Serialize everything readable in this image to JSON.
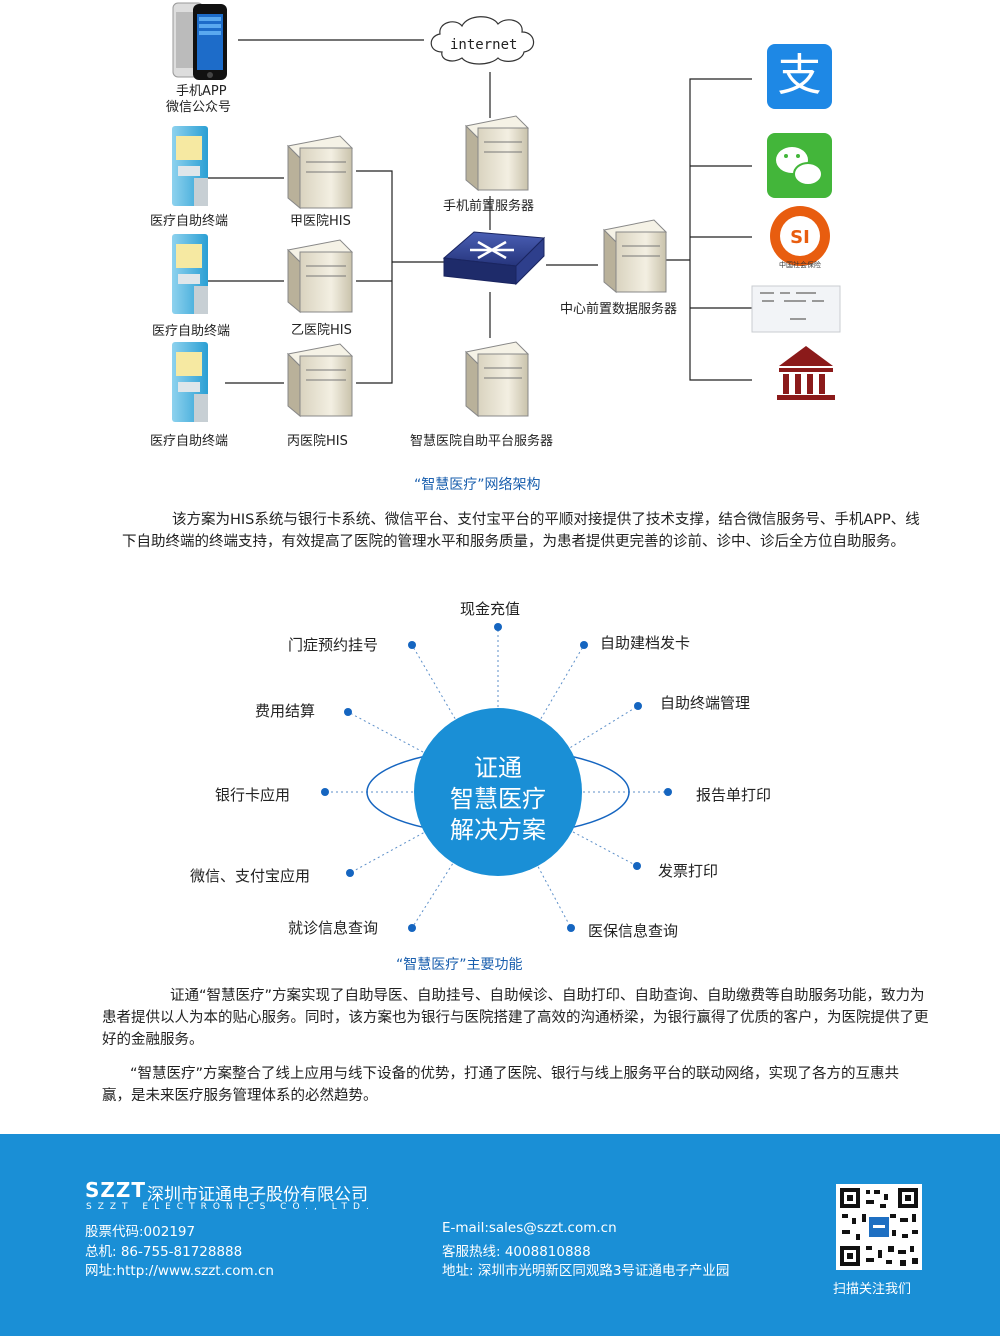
{
  "network": {
    "internet_label": "internet",
    "phone_label_1": "手机APP",
    "phone_label_2": "微信公众号",
    "terminal_label_1": "医疗自助终端",
    "terminal_label_2": "医疗自助终端",
    "terminal_label_3": "医疗自助终端",
    "his_a": "甲医院HIS",
    "his_b": "乙医院HIS",
    "his_c": "丙医院HIS",
    "mobile_server": "手机前置服务器",
    "center_server": "中心前置数据服务器",
    "platform_server": "智慧医院自助平台服务器",
    "alipay_glyph": "支",
    "social_insurance_text": "中国社会保险",
    "caption": "“智慧医疗”网络架构"
  },
  "paragraph1": "该方案为HIS系统与银行卡系统、微信平台、支付宝平台的平顺对接提供了技术支撑，结合微信服务号、手机APP、线下自助终端的终端支持，有效提高了医院的管理水平和服务质量，为患者提供更完善的诊前、诊中、诊后全方位自助服务。",
  "features": {
    "center_1": "证通",
    "center_2": "智慧医疗",
    "center_3": "解决方案",
    "items": [
      "现金充值",
      "自助建档发卡",
      "自助终端管理",
      "报告单打印",
      "发票打印",
      "医保信息查询",
      "就诊信息查询",
      "微信、支付宝应用",
      "银行卡应用",
      "费用结算",
      "门症预约挂号"
    ],
    "caption": "“智慧医疗”主要功能"
  },
  "paragraph2": "证通“智慧医疗”方案实现了自助导医、自助挂号、自助候诊、自助打印、自助查询、自助缴费等自助服务功能，致力为患者提供以人为本的贴心服务。同时，该方案也为银行与医院搭建了高效的沟通桥梁，为银行赢得了优质的客户，为医院提供了更好的金融服务。",
  "paragraph3": "“智慧医疗”方案整合了线上应用与线下设备的优势，打通了医院、银行与线上服务平台的联动网络，实现了各方的互惠共赢，是未来医疗服务管理体系的必然趋势。",
  "footer": {
    "logo": "SZZT",
    "company": "深圳市证通电子股份有限公司",
    "english": "SZZT ELECTRONICS CO., LTD.",
    "stock": "股票代码:002197",
    "switchboard": "总机: 86-755-81728888",
    "website": "网址:http://www.szzt.com.cn",
    "email": "E-mail:sales@szzt.com.cn",
    "hotline": "客服热线: 4008810888",
    "address": "地址: 深圳市光明新区同观路3号证通电子产业园",
    "qr_caption": "扫描关注我们"
  },
  "colors": {
    "blue": "#1a8fd6",
    "dark_blue": "#1565c0",
    "caption_blue": "#1a5fae"
  }
}
